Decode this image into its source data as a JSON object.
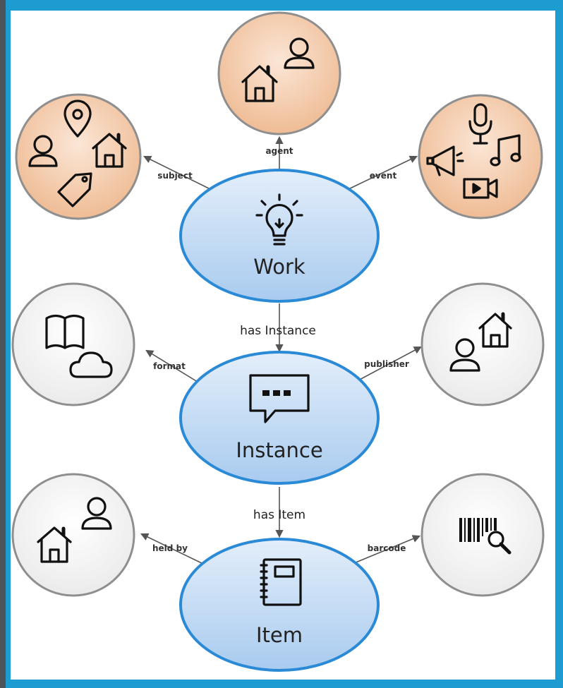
{
  "nodes": {
    "work": "Work",
    "instance": "Instance",
    "item": "Item"
  },
  "edges": {
    "agent": "agent",
    "subject": "subject",
    "event": "event",
    "has_instance": "has Instance",
    "format": "format",
    "publisher": "publisher",
    "has_item": "has Item",
    "held_by": "held by",
    "barcode": "barcode"
  },
  "icons": {
    "work": "lightbulb-icon",
    "instance": "speech-bubble-icon",
    "item": "notebook-icon",
    "agent": [
      "house-icon",
      "person-icon"
    ],
    "subject": [
      "person-icon",
      "location-pin-icon",
      "house-icon",
      "tag-icon"
    ],
    "event": [
      "microphone-icon",
      "megaphone-icon",
      "music-note-icon",
      "video-camera-icon"
    ],
    "format": [
      "open-book-icon",
      "cloud-icon"
    ],
    "publisher": [
      "house-icon",
      "person-icon"
    ],
    "held_by": [
      "house-icon",
      "person-icon"
    ],
    "barcode": [
      "barcode-icon",
      "magnifier-icon"
    ]
  },
  "colors": {
    "frame": "#1d9cd2",
    "node_fill": "#c4dcf2",
    "node_stroke": "#2a8ad6",
    "orange_circle": "#f2c9a8",
    "grey_circle": "#f3f3f3",
    "circle_stroke": "#8f8f8f"
  }
}
